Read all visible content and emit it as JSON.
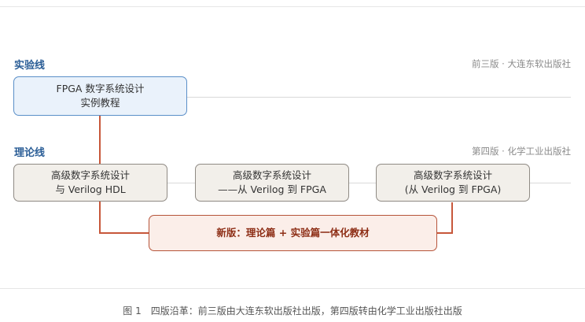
{
  "lanes": {
    "experiment": {
      "label": "实验线",
      "publisher": "前三版 · 大连东软出版社"
    },
    "theory": {
      "label": "理论线",
      "publisher": "第四版 · 化学工业出版社"
    }
  },
  "nodes": {
    "fpga_instance": {
      "line1": "FPGA 数字系统设计",
      "line2": "实例教程"
    },
    "advanced_hdl": {
      "line1": "高级数字系统设计",
      "line2": "与 Verilog HDL"
    },
    "verilog_to_fpga": {
      "line1": "高级数字系统设计",
      "line2": "——从 Verilog 到 FPGA"
    },
    "verilog_to_fpga_paren": {
      "line1": "高级数字系统设计",
      "line2": "(从 Verilog 到 FPGA)"
    },
    "new_edition": {
      "text": "新版：理论篇 + 实验篇一体化教材"
    }
  },
  "caption": "图 1　四版沿革：前三版由大连东软出版社出版，第四版转由化学工业出版社出版",
  "colors": {
    "lane_label": "#2a5d96",
    "experiment_box_border": "#5a8fc8",
    "experiment_box_fill": "#eaf2fb",
    "theory_box_border": "#8f8a84",
    "theory_box_fill": "#f2efea",
    "connector": "#c7573a",
    "new_box_fill": "#fbeee9",
    "new_box_text": "#8e2f17"
  }
}
